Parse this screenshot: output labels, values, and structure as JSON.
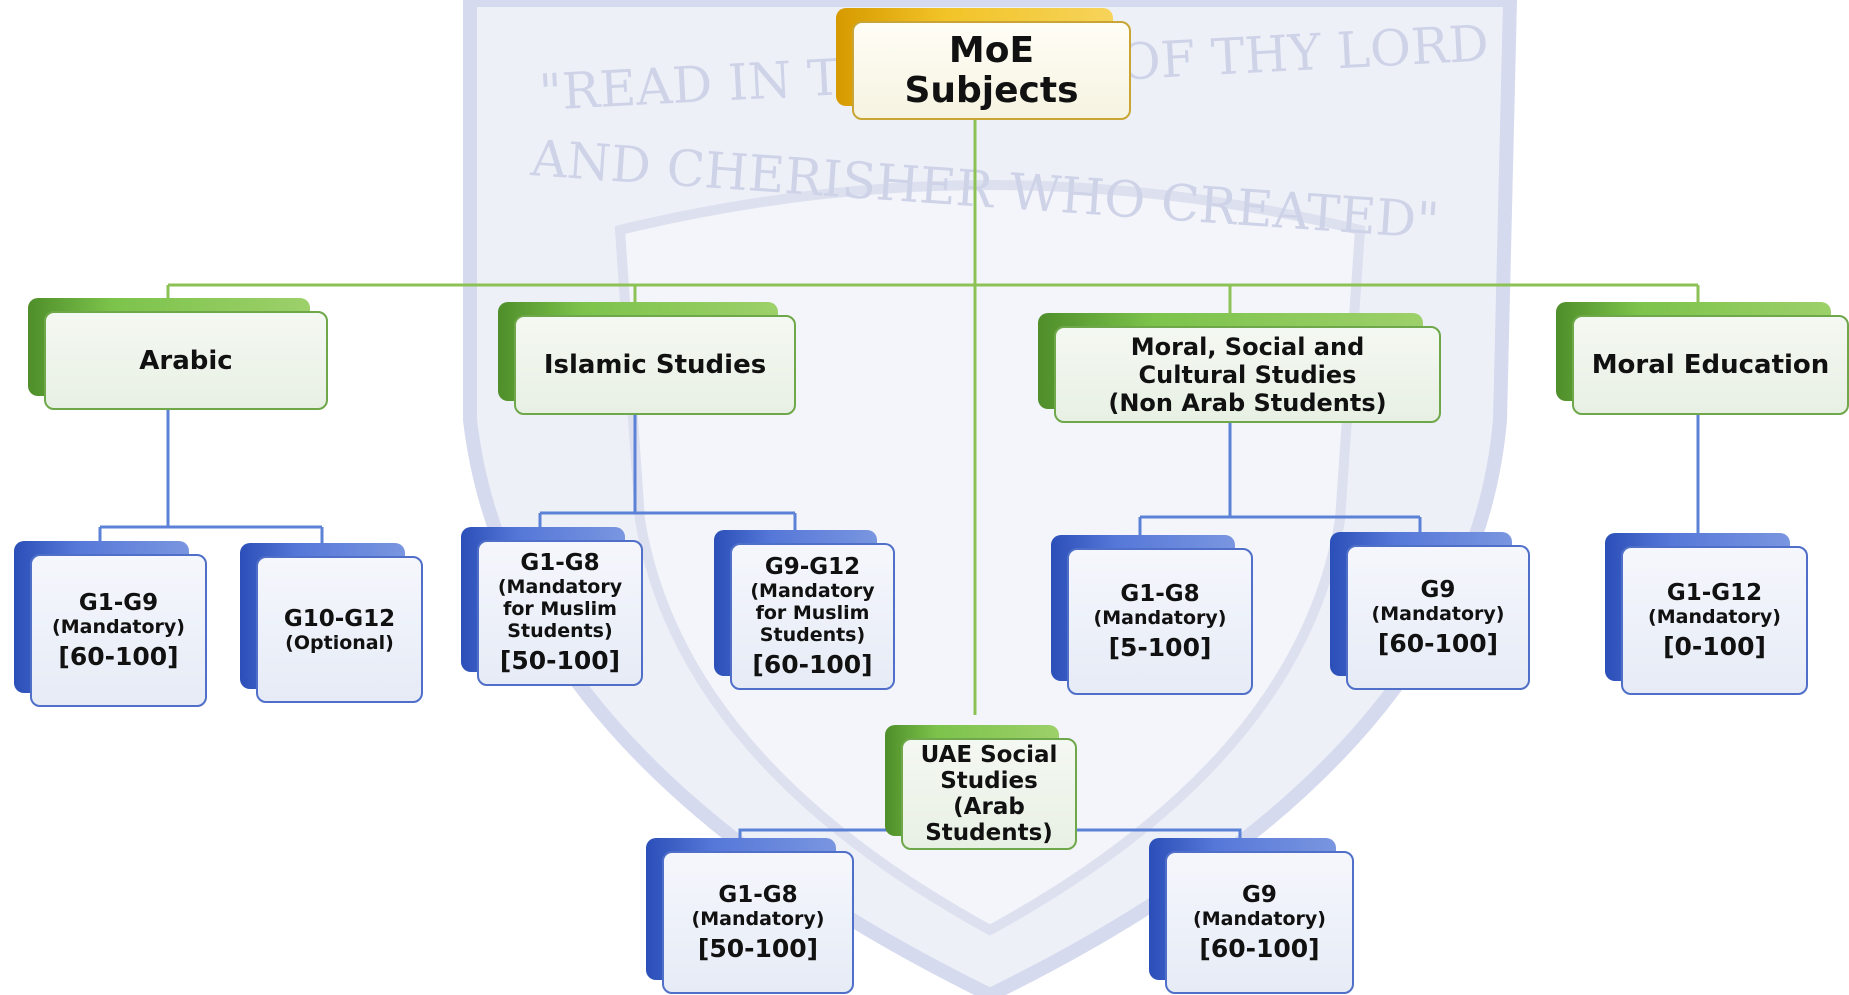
{
  "colors": {
    "root_accent": "#f2c428",
    "subject_accent": "#7cc34b",
    "grade_accent": "#4f6fc8",
    "connector_green": "#8cc255",
    "connector_blue": "#5b82d6"
  },
  "root": {
    "line1": "MoE",
    "line2": "Subjects"
  },
  "watermark": {
    "motto_line1": "\"READ IN THE NAME OF THY LORD",
    "motto_line2": "AND CHERISHER WHO CREATED\""
  },
  "subjects": {
    "arabic": {
      "title": "Arabic",
      "grades": [
        {
          "grade": "G1-G9",
          "note": "(Mandatory)",
          "range": "[60-100]"
        },
        {
          "grade": "G10-G12",
          "note": "(Optional)",
          "range": ""
        }
      ]
    },
    "islamic": {
      "title": "Islamic Studies",
      "grades": [
        {
          "grade": "G1-G8",
          "note": "(Mandatory for Muslim Students)",
          "range": "[50-100]"
        },
        {
          "grade": "G9-G12",
          "note": "(Mandatory for Muslim Students)",
          "range": "[60-100]"
        }
      ]
    },
    "moral_social": {
      "title_line1": "Moral, Social and",
      "title_line2": "Cultural Studies",
      "title_line3": "(Non Arab Students)",
      "grades": [
        {
          "grade": "G1-G8",
          "note": "(Mandatory)",
          "range": "[5-100]"
        },
        {
          "grade": "G9",
          "note": "(Mandatory)",
          "range": "[60-100]"
        }
      ]
    },
    "moral_education": {
      "title": "Moral Education",
      "grades": [
        {
          "grade": "G1-G12",
          "note": "(Mandatory)",
          "range": "[0-100]"
        }
      ]
    },
    "uae_social": {
      "title_line1": "UAE Social",
      "title_line2": "Studies",
      "title_line3": "(Arab",
      "title_line4": "Students)",
      "grades": [
        {
          "grade": "G1-G8",
          "note": "(Mandatory)",
          "range": "[50-100]"
        },
        {
          "grade": "G9",
          "note": "(Mandatory)",
          "range": "[60-100]"
        }
      ]
    }
  }
}
